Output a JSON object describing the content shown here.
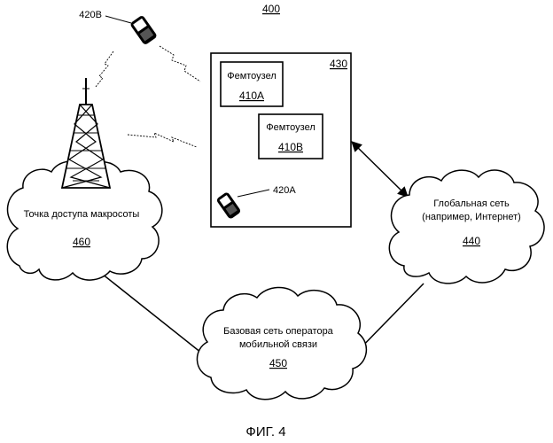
{
  "figure": {
    "ref": "400",
    "caption": "ФИГ. 4"
  },
  "femto_container": {
    "ref": "430"
  },
  "femto_a": {
    "label": "Фемтоузел",
    "ref": "410A"
  },
  "femto_b": {
    "label": "Фемтоузел",
    "ref": "410B"
  },
  "phone_a": {
    "ref": "420A"
  },
  "phone_b": {
    "ref": "420B"
  },
  "macro_cloud": {
    "label": "Точка доступа макросоты",
    "ref": "460"
  },
  "global_cloud": {
    "label_line1": "Глобальная сеть",
    "label_line2": "(например, Интернет)",
    "ref": "440"
  },
  "core_cloud": {
    "label_line1": "Базовая сеть оператора",
    "label_line2": "мобильной связи",
    "ref": "450"
  }
}
